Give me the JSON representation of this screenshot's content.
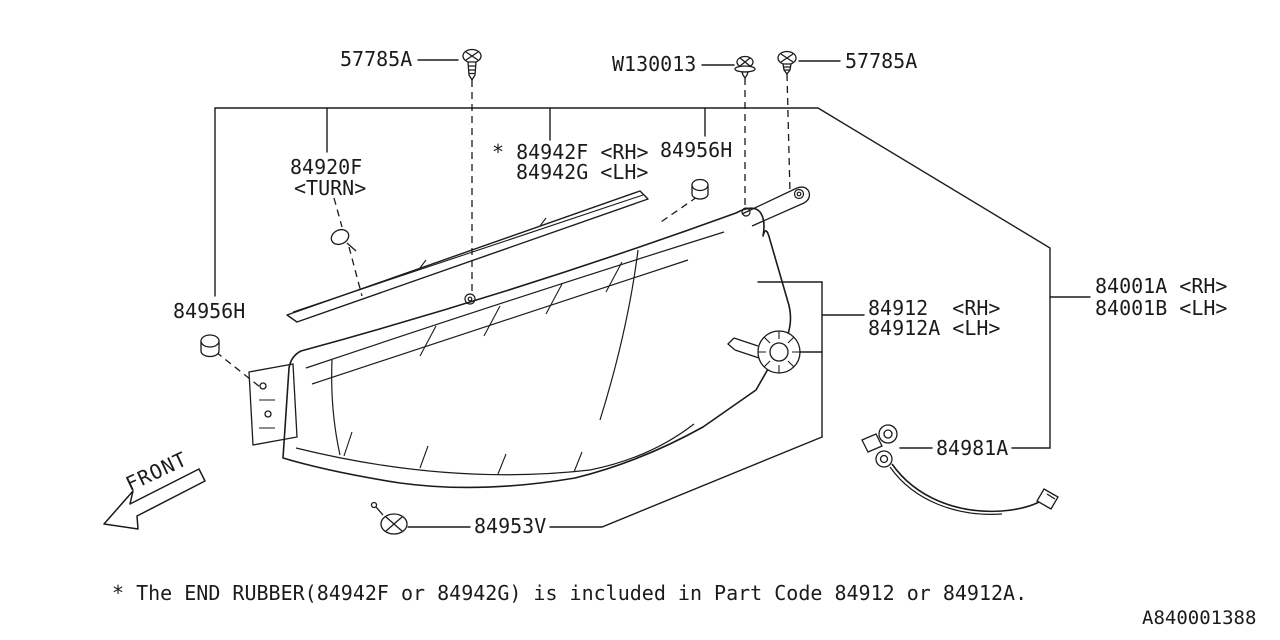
{
  "callouts": {
    "screw_top_left": "57785A",
    "washer_screw_top": "W130013",
    "screw_top_right": "57785A",
    "turn_lamp": "84920F",
    "turn_lamp_note": "<TURN>",
    "end_rubber_rh": "* 84942F <RH>",
    "end_rubber_lh": "84942G <LH>",
    "grommet_right": "84956H",
    "grommet_left": "84956H",
    "lamp_rh": "84912  <RH>",
    "lamp_lh": "84912A <LH>",
    "assembly_rh": "84001A <RH>",
    "assembly_lh": "84001B <LH>",
    "harness": "84981A",
    "bulb": "84953V"
  },
  "front_label": "FRONT",
  "footnote": "* The END RUBBER(84942F or 84942G) is included in Part Code 84912 or 84912A.",
  "drawing_number": "A840001388"
}
